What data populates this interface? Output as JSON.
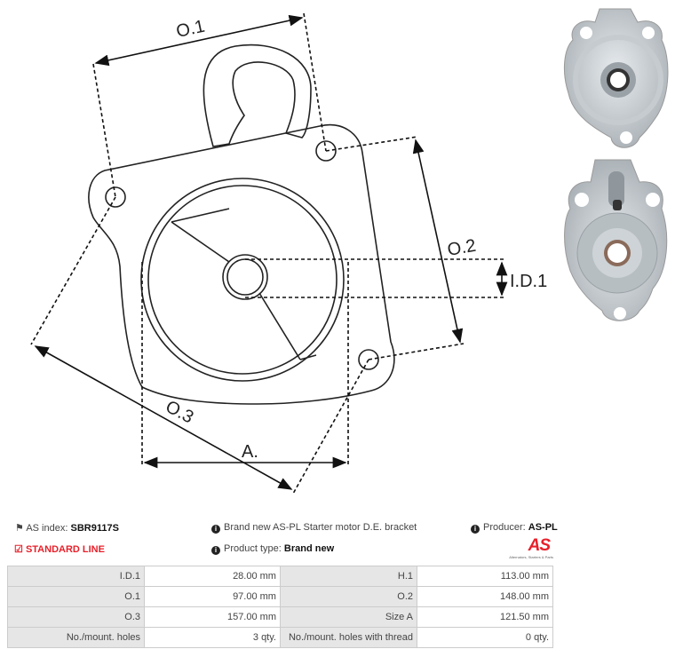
{
  "diagram": {
    "labels": {
      "o1": "O.1",
      "o2": "O.2",
      "o3": "O.3",
      "id1": "I.D.1",
      "a": "A."
    }
  },
  "info": {
    "as_index_label": "AS index:",
    "as_index_value": "SBR9117S",
    "description": "Brand new AS-PL Starter motor D.E. bracket",
    "producer_label": "Producer:",
    "producer_value": "AS-PL",
    "line": "STANDARD LINE",
    "product_type_label": "Product type:",
    "product_type_value": "Brand new",
    "logo_text": "AS",
    "logo_sub": "Alternators, Starters & Parts"
  },
  "specs": [
    {
      "k1": "I.D.1",
      "v1": "28.00 mm",
      "k2": "H.1",
      "v2": "113.00 mm"
    },
    {
      "k1": "O.1",
      "v1": "97.00 mm",
      "k2": "O.2",
      "v2": "148.00 mm"
    },
    {
      "k1": "O.3",
      "v1": "157.00 mm",
      "k2": "Size A",
      "v2": "121.50 mm"
    },
    {
      "k1": "No./mount. holes",
      "v1": "3 qty.",
      "k2": "No./mount. holes with thread",
      "v2": "0 qty."
    }
  ],
  "colors": {
    "accent": "#e8202a"
  }
}
